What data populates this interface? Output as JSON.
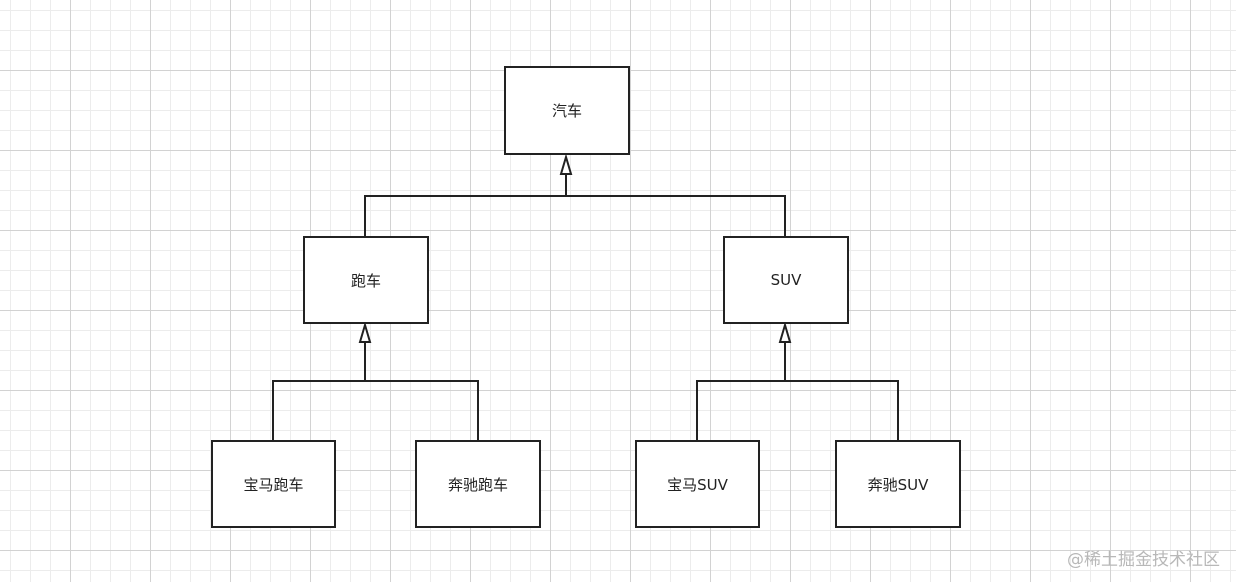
{
  "nodes": {
    "car": "汽车",
    "sports_car": "跑车",
    "suv": "SUV",
    "bmw_sports_car": "宝马跑车",
    "benz_sports_car": "奔驰跑车",
    "bmw_suv": "宝马SUV",
    "benz_suv": "奔驰SUV"
  },
  "edges": [
    {
      "from": "sports_car",
      "to": "car",
      "type": "inheritance"
    },
    {
      "from": "suv",
      "to": "car",
      "type": "inheritance"
    },
    {
      "from": "bmw_sports_car",
      "to": "sports_car",
      "type": "inheritance"
    },
    {
      "from": "benz_sports_car",
      "to": "sports_car",
      "type": "inheritance"
    },
    {
      "from": "bmw_suv",
      "to": "suv",
      "type": "inheritance"
    },
    {
      "from": "benz_suv",
      "to": "suv",
      "type": "inheritance"
    }
  ],
  "watermark": "@稀土掘金技术社区",
  "colors": {
    "stroke": "#222222",
    "grid_major": "#d2d2d2",
    "grid_minor": "#ececec",
    "watermark": "#b8b8b8"
  }
}
